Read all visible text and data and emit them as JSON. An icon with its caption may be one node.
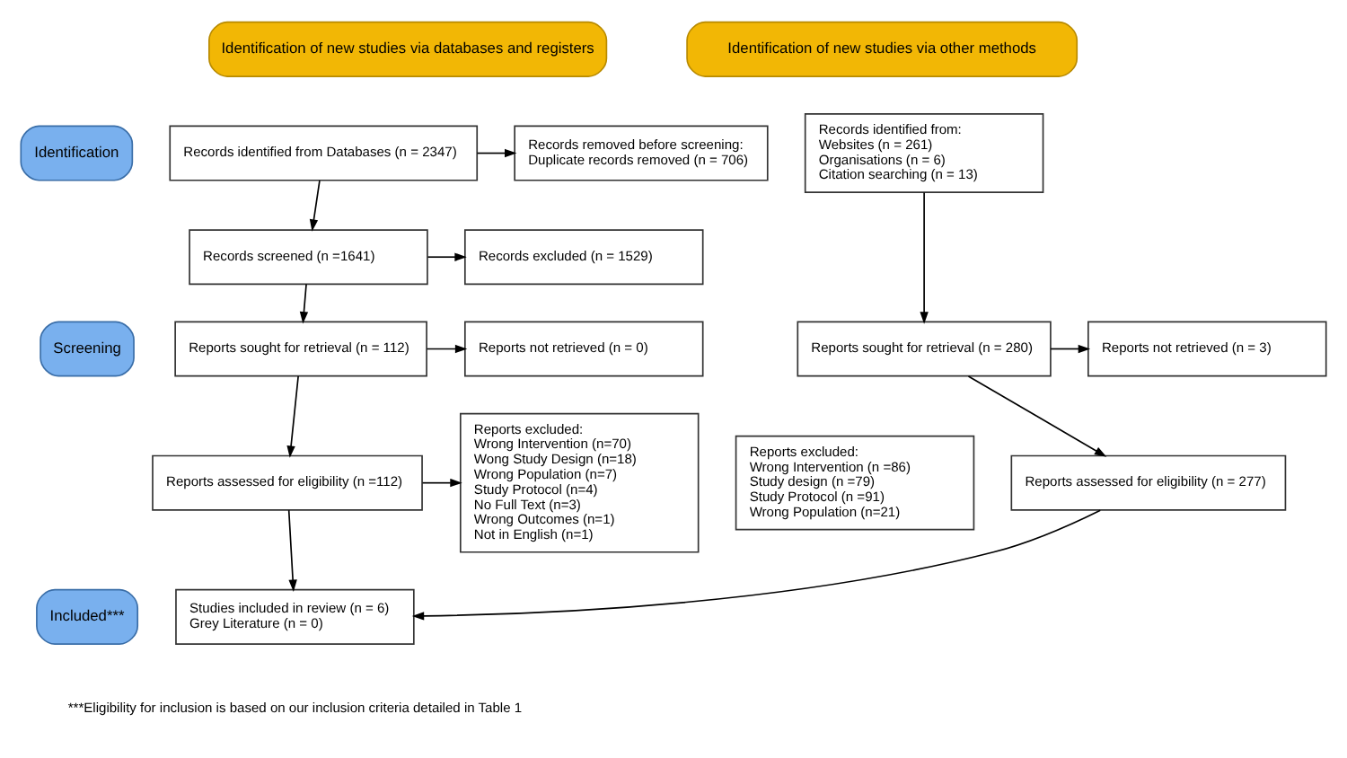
{
  "diagram": {
    "nodes": [
      {
        "text": [
          "Identification of new studies via databases and registers"
        ]
      },
      {
        "text": [
          "Identification of new studies via other methods"
        ]
      },
      {
        "text": [
          "Identification"
        ]
      },
      {
        "text": [
          "Screening"
        ]
      },
      {
        "text": [
          "Included***"
        ]
      },
      {
        "text": [
          "Records identified from Databases (n = 2347)"
        ]
      },
      {
        "text": [
          "Records removed before screening:",
          "Duplicate records removed (n = 706)"
        ]
      },
      {
        "text": [
          "Records identified from:",
          "Websites (n = 261)",
          "Organisations (n = 6)",
          "Citation searching (n = 13)"
        ]
      },
      {
        "text": [
          "Records screened (n =1641)"
        ]
      },
      {
        "text": [
          "Records excluded (n = 1529)"
        ]
      },
      {
        "text": [
          "Reports sought for retrieval (n = 112)"
        ]
      },
      {
        "text": [
          "Reports not retrieved (n = 0)"
        ]
      },
      {
        "text": [
          "Reports sought for retrieval (n = 280)"
        ]
      },
      {
        "text": [
          "Reports not retrieved (n = 3)"
        ]
      },
      {
        "text": [
          "Reports assessed for eligibility (n =112)"
        ]
      },
      {
        "text": [
          "Reports excluded:",
          "Wrong Intervention (n=70)",
          "Wong Study Design (n=18)",
          "Wrong Population (n=7)",
          "Study Protocol (n=4)",
          "No Full Text (n=3)",
          "Wrong Outcomes (n=1)",
          "Not in English (n=1)"
        ]
      },
      {
        "text": [
          "Reports assessed for eligibility (n = 277)"
        ]
      },
      {
        "text": [
          "Reports excluded:",
          "Wrong Intervention (n =86)",
          "Study design (n =79)",
          "Study Protocol (n =91)",
          "Wrong Population (n=21)"
        ]
      },
      {
        "text": [
          "Studies included in review (n = 6)",
          "Grey Literature (n = 0)"
        ]
      }
    ],
    "edges": [
      {
        "from": 5,
        "to": 6,
        "arrow": "to"
      },
      {
        "from": 5,
        "to": 8,
        "arrow": "to"
      },
      {
        "from": 8,
        "to": 9,
        "arrow": "to"
      },
      {
        "from": 8,
        "to": 10,
        "arrow": "to"
      },
      {
        "from": 10,
        "to": 11,
        "arrow": "to"
      },
      {
        "from": 10,
        "to": 14,
        "arrow": "to"
      },
      {
        "from": 14,
        "to": 15,
        "arrow": "to"
      },
      {
        "from": 14,
        "to": 18,
        "arrow": "to"
      },
      {
        "from": 7,
        "to": 12,
        "arrow": "to"
      },
      {
        "from": 12,
        "to": 13,
        "arrow": "to"
      },
      {
        "from": 12,
        "to": 16,
        "arrow": "to"
      },
      {
        "from": 16,
        "to": 18,
        "arrow": "to"
      }
    ],
    "labels": [
      "***Eligibility for inclusion is based on our inclusion criteria detailed in Table 1"
    ]
  }
}
